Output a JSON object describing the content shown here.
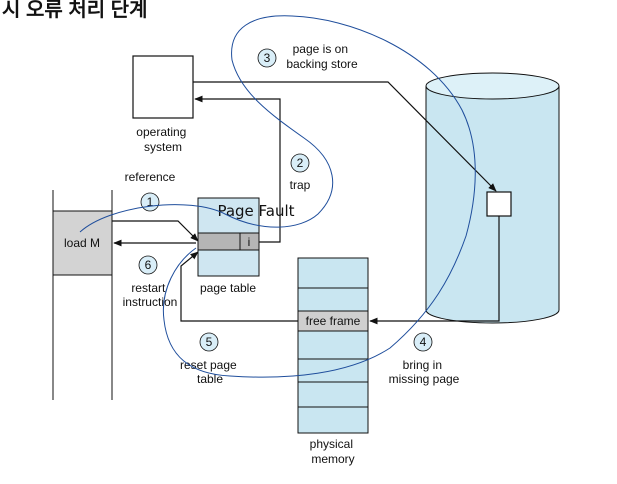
{
  "title": "시 오류 처리 단계",
  "overlay_label": "Page Fault",
  "labels": {
    "operating_system": [
      "operating",
      "system"
    ],
    "reference": "reference",
    "load_m": "load M",
    "page_table_entry": "i",
    "page_table": "page table",
    "trap": "trap",
    "backing_store": [
      "page is on",
      "backing store"
    ],
    "restart_instruction": [
      "restart",
      "instruction"
    ],
    "free_frame": "free frame",
    "reset_page_table": [
      "reset page",
      "table"
    ],
    "bring_in_missing_page": [
      "bring in",
      "missing page"
    ],
    "physical_memory": [
      "physical",
      "memory"
    ]
  },
  "steps": [
    "1",
    "2",
    "3",
    "4",
    "5",
    "6"
  ],
  "colors": {
    "cylinder": "#c9e6f1",
    "page_table_fill": "#cfe6f1",
    "load_block": "#d3d3d3",
    "annotation_stroke": "#1f4e9c",
    "step_circle_fill": "#d9eef8"
  }
}
